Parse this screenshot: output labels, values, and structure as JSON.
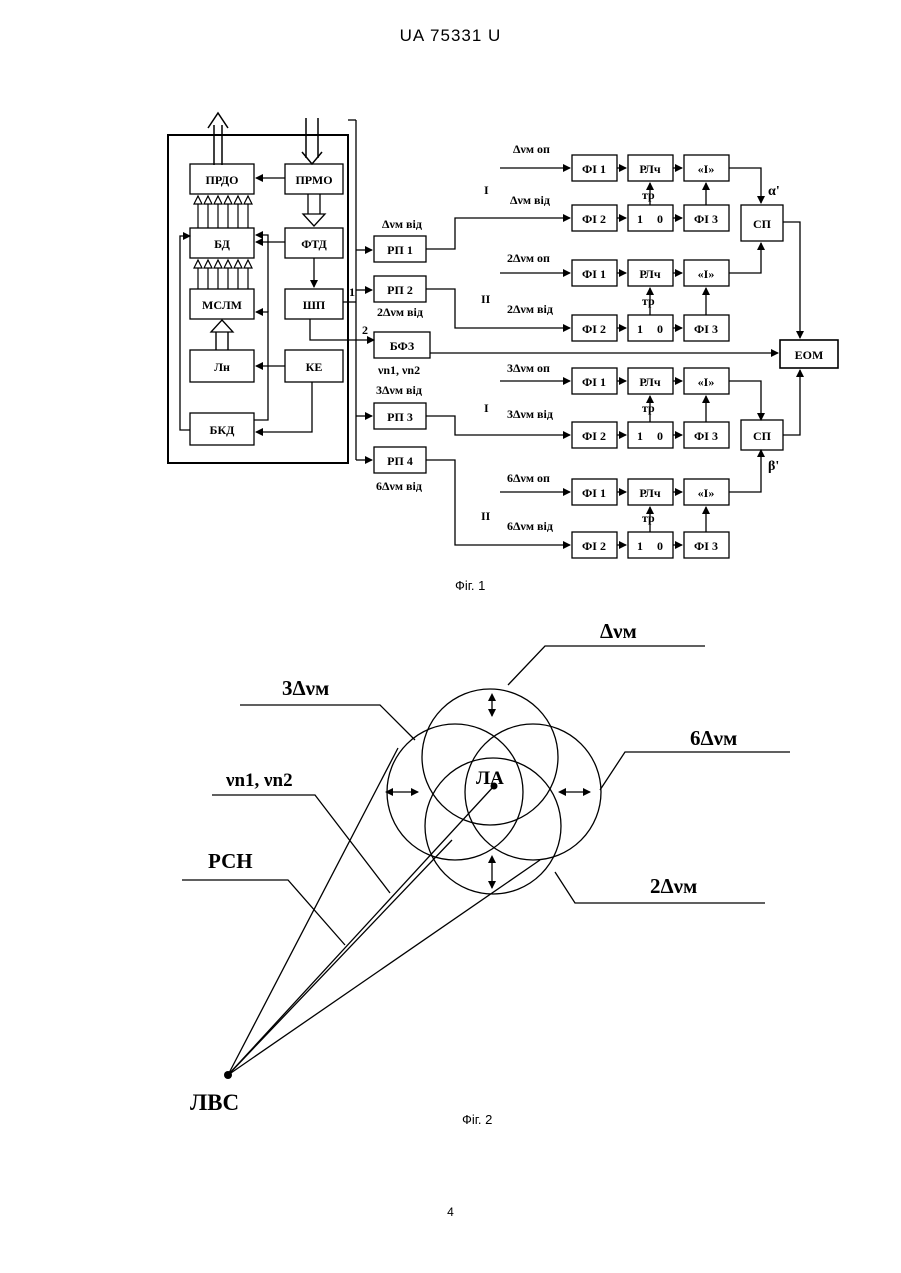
{
  "header": "UA   75331   U",
  "page_number": "4",
  "fig1": {
    "caption": "Фіг. 1",
    "left_blocks": {
      "prdo": "ПРДО",
      "prmo": "ПРМО",
      "bd": "БД",
      "ftd": "ФТД",
      "mslm": "МСЛМ",
      "shp": "ШП",
      "ln": "Лн",
      "ke": "КЕ",
      "bkd": "БКД"
    },
    "route_labels": {
      "n1": "1",
      "n2": "2"
    },
    "rp_blocks": {
      "rp1": "РП 1",
      "rp2": "РП 2",
      "bfz": "БФЗ",
      "rp3": "РП 3",
      "rp4": "РП 4"
    },
    "rp_labels": {
      "rp1": "Δνм від",
      "rp2": "2Δνм від",
      "bfz": "νn1, νn2",
      "rp3": "3Δνм від",
      "rp4": "6Δνм від"
    },
    "channel_labels": {
      "op1": "Δνм оп",
      "vid1": "Δνм від",
      "op2": "2Δνм оп",
      "vid2": "2Δνм від",
      "op3": "3Δνм оп",
      "vid3": "3Δνм від",
      "op4": "6Δνм оп",
      "vid4": "6Δνм від"
    },
    "roman": {
      "g1a": "I",
      "g1b": "II",
      "g2a": "I",
      "g2b": "II"
    },
    "fi1": "ФІ 1",
    "fi2": "ФІ 2",
    "fi3": "ФІ 3",
    "rlch": "РЛч",
    "integ": "«І»",
    "tr": "тр",
    "one": "1",
    "zero": "0",
    "sp": "СП",
    "eom": "ЕОМ",
    "alpha": "α'",
    "beta": "β'"
  },
  "fig2": {
    "caption": "Фіг. 2",
    "labels": {
      "dv": "Δνм",
      "three_dv": "3Δνм",
      "six_dv": "6Δνм",
      "nu": "νn1, νn2",
      "rsn": "РСН",
      "two_dv": "2Δνм",
      "la": "ЛА",
      "lvs": "ЛВС"
    }
  }
}
